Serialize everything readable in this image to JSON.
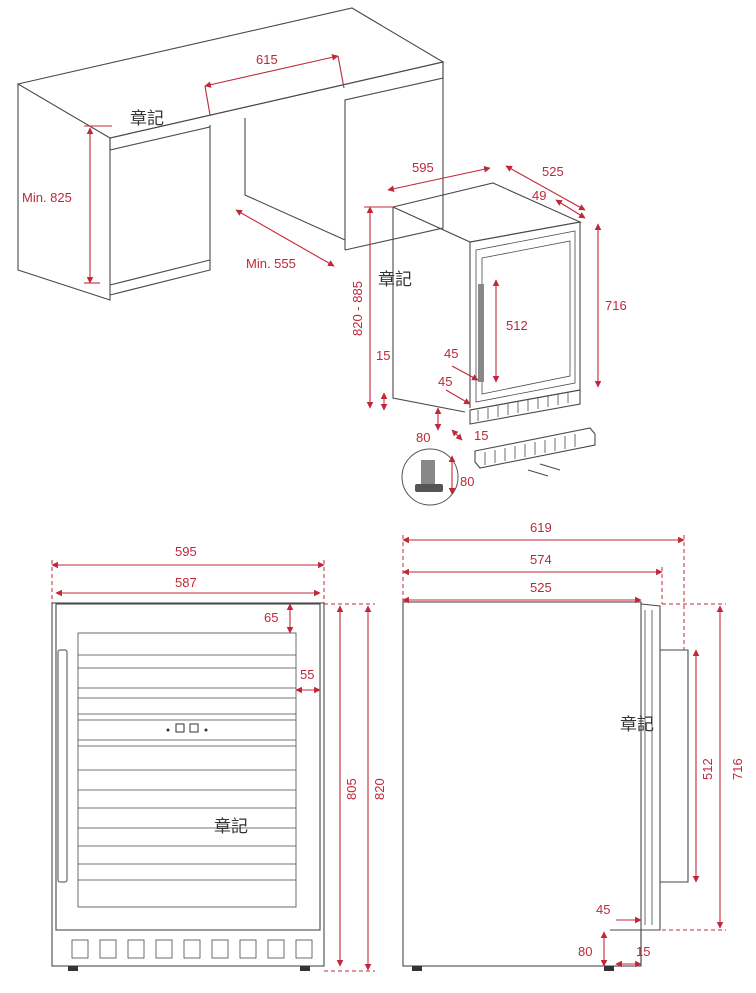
{
  "watermark": "章記",
  "top_view": {
    "cabinet_width": "615",
    "cabinet_height": "Min. 825",
    "cabinet_depth": "Min. 555",
    "unit_width": "595",
    "unit_depth": "525",
    "door_offset": "49",
    "unit_height": "820 - 885",
    "door_height": "716",
    "handle_length": "512",
    "foot_height": "15",
    "hinge_offset_a": "45",
    "hinge_offset_b": "45",
    "plinth_height": "80",
    "plinth_offset": "15",
    "foot_adjust": "80"
  },
  "front_view": {
    "overall_width": "595",
    "door_width": "587",
    "top_margin": "65",
    "side_margin": "55",
    "body_height": "805",
    "overall_height": "820"
  },
  "side_view": {
    "depth_with_handle": "619",
    "depth_with_door": "574",
    "body_depth": "525",
    "handle_length": "512",
    "door_height": "716",
    "door_offset": "45",
    "plinth_height": "80",
    "plinth_offset": "15"
  }
}
